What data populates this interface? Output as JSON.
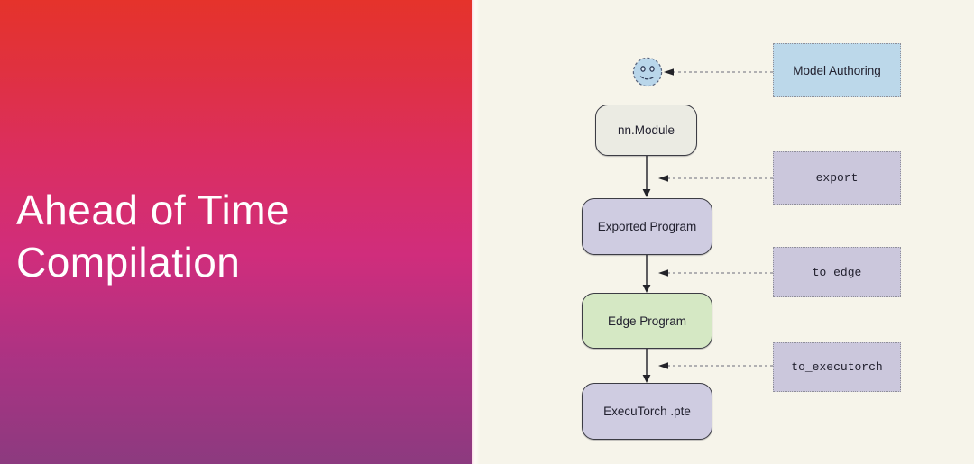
{
  "slide": {
    "title_line1": "Ahead of Time",
    "title_line2": "Compilation"
  },
  "flowchart": {
    "nodes": [
      {
        "id": "user",
        "icon": "smiley-face-icon",
        "label": ""
      },
      {
        "id": "nn_module",
        "label": "nn.Module"
      },
      {
        "id": "exported_program",
        "label": "Exported Program"
      },
      {
        "id": "edge_program",
        "label": "Edge Program"
      },
      {
        "id": "executorch_pte",
        "label": "ExecuTorch .pte"
      }
    ],
    "step_labels": [
      {
        "id": "model_authoring",
        "label": "Model Authoring"
      },
      {
        "id": "export",
        "label": "export"
      },
      {
        "id": "to_edge",
        "label": "to_edge"
      },
      {
        "id": "to_executorch",
        "label": "to_executorch"
      }
    ]
  },
  "colors": {
    "gradient_top": "#e5332b",
    "gradient_middle": "#d02d7c",
    "gradient_bottom": "#8c3a7f",
    "canvas_background": "#f6f4ea",
    "title_text": "#ffffff",
    "node_text": "#22212f",
    "nn_module_fill": "#ebebe3",
    "program_fill": "#cfcce1",
    "edge_program_fill": "#d5e8c4",
    "model_authoring_fill": "#bcd8ea",
    "code_label_fill": "#cbc7dc",
    "smiley_fill": "#b9d6ea"
  }
}
